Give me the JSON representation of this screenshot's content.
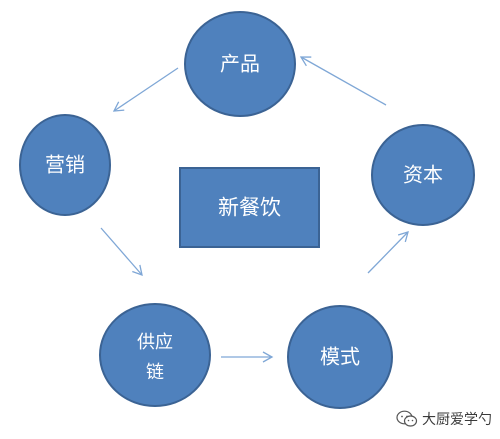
{
  "center": {
    "label": "新餐饮"
  },
  "nodes": {
    "product": {
      "label": "产品"
    },
    "marketing": {
      "label": "营销"
    },
    "capital": {
      "label": "资本"
    },
    "supply_chain": {
      "label_line1": "供应",
      "label_line2": "链"
    },
    "model": {
      "label": "模式"
    }
  },
  "watermark": {
    "text": "大厨爱学勺"
  },
  "colors": {
    "node_fill": "#4f81bd",
    "node_stroke": "#3b6394",
    "arrow": "#7fa7d6",
    "text": "#ffffff"
  }
}
